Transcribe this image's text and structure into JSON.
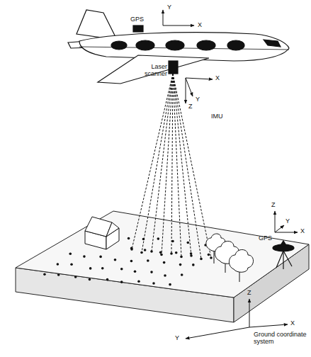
{
  "diagram": {
    "labels": [
      "GPS",
      "Y",
      "X",
      "Laser scanner",
      "X",
      "Y",
      "Z",
      "IMU",
      "Z",
      "Y",
      "X",
      "GPS",
      "Z",
      "X",
      "Y",
      "Ground coordinate system"
    ]
  }
}
